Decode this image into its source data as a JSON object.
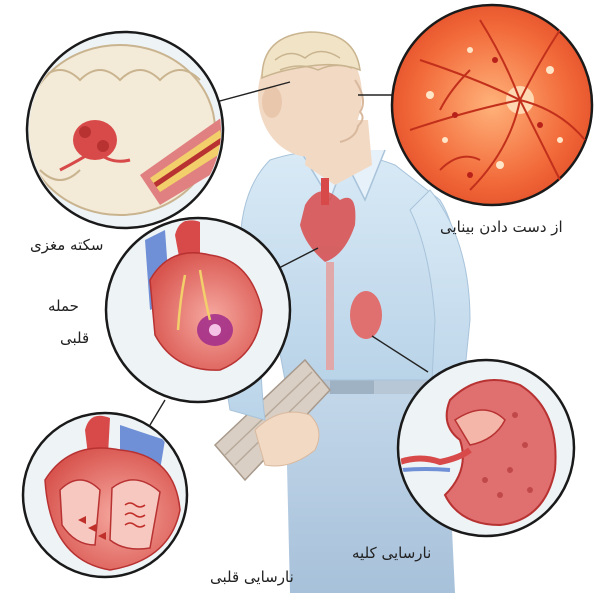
{
  "labels": {
    "stroke": "سکته مغزی",
    "heart_attack_line1": "حمله",
    "heart_attack_line2": "قلبی",
    "vision_loss": "از دست دادن بینایی",
    "kidney_failure": "نارسایی کلیه",
    "heart_failure": "نارسایی قلبی"
  },
  "colors": {
    "shirt": "#cfe3f2",
    "skin": "#f2d9c4",
    "hair": "#b9a48e",
    "heart_red": "#d84a4a",
    "retina_orange": "#f26a3a",
    "vessel_blue": "#6f8fd6",
    "kidney_pink": "#e07070",
    "brain_cream": "#f3ead7"
  }
}
